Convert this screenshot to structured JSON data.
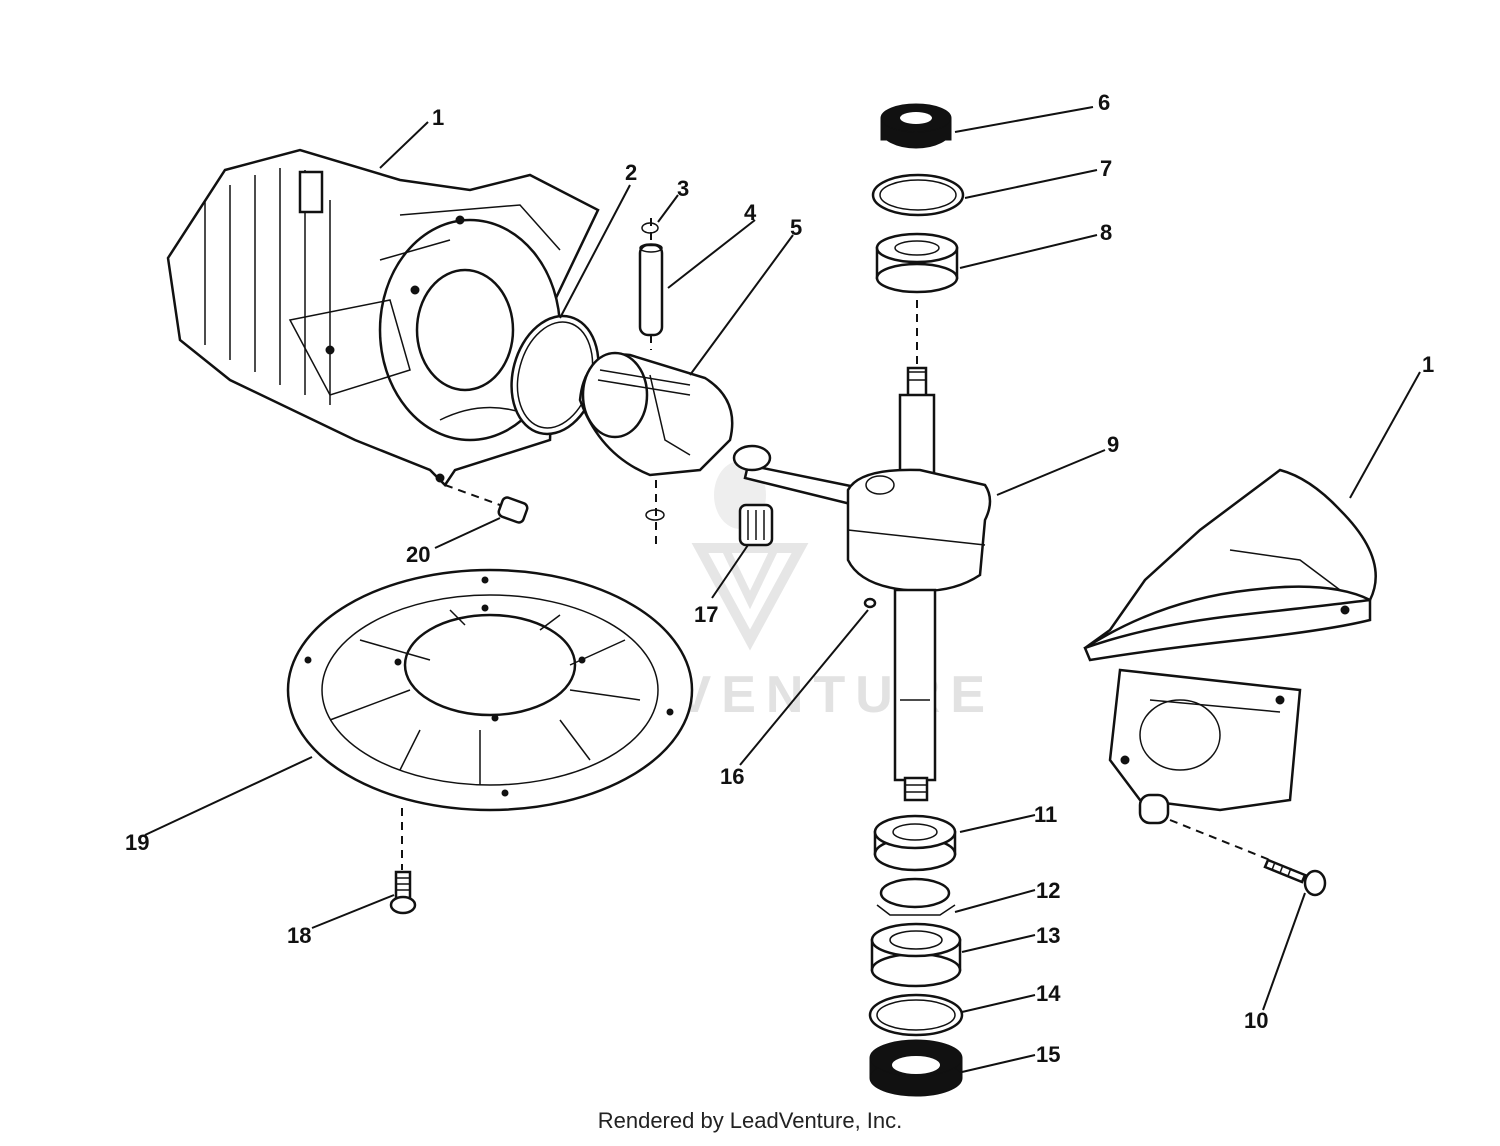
{
  "watermark": {
    "text": "LEADVENTURE"
  },
  "footer": {
    "text": "Rendered by LeadVenture, Inc."
  },
  "callouts": [
    {
      "id": "c1a",
      "label": "1"
    },
    {
      "id": "c2",
      "label": "2"
    },
    {
      "id": "c3",
      "label": "3"
    },
    {
      "id": "c4",
      "label": "4"
    },
    {
      "id": "c5",
      "label": "5"
    },
    {
      "id": "c6",
      "label": "6"
    },
    {
      "id": "c7",
      "label": "7"
    },
    {
      "id": "c8",
      "label": "8"
    },
    {
      "id": "c9",
      "label": "9"
    },
    {
      "id": "c1b",
      "label": "1"
    },
    {
      "id": "c20",
      "label": "20"
    },
    {
      "id": "c17",
      "label": "17"
    },
    {
      "id": "c16",
      "label": "16"
    },
    {
      "id": "c19",
      "label": "19"
    },
    {
      "id": "c18",
      "label": "18"
    },
    {
      "id": "c11",
      "label": "11"
    },
    {
      "id": "c12",
      "label": "12"
    },
    {
      "id": "c13",
      "label": "13"
    },
    {
      "id": "c14",
      "label": "14"
    },
    {
      "id": "c15",
      "label": "15"
    },
    {
      "id": "c10",
      "label": "10"
    }
  ]
}
